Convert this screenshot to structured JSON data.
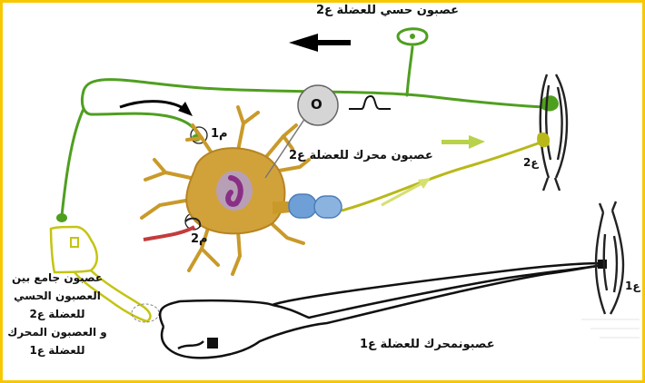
{
  "labels": {
    "sensory_neuron": "عصبون حسي للعضلة ع2",
    "motor_neuron_2": "عصبون محرك للعضلة ع2",
    "interneuron": [
      "عصبون جامع بين",
      "العصبون الحسي",
      "للعضلة ع2",
      "و العصبون المحرك",
      "للعضلة ع1"
    ],
    "motor_neuron_1": "عصبونمحرك للعضلة ع1",
    "muscle_2": "ع2",
    "muscle_1": "ع1",
    "synapse_1": "م1",
    "synapse_2": "م2",
    "oscilloscope": "O"
  },
  "colors": {
    "frame": "#f7c800",
    "sensory_neuron": "#4f9f1f",
    "motor_neuron_2": "#b8b81a",
    "motor_neuron_1": "#111111",
    "interneuron": "#c4c412",
    "cell_body": "#c99a2a",
    "myelin": "#6e9fd6",
    "inhibitory_fiber": "#c43b3b"
  }
}
